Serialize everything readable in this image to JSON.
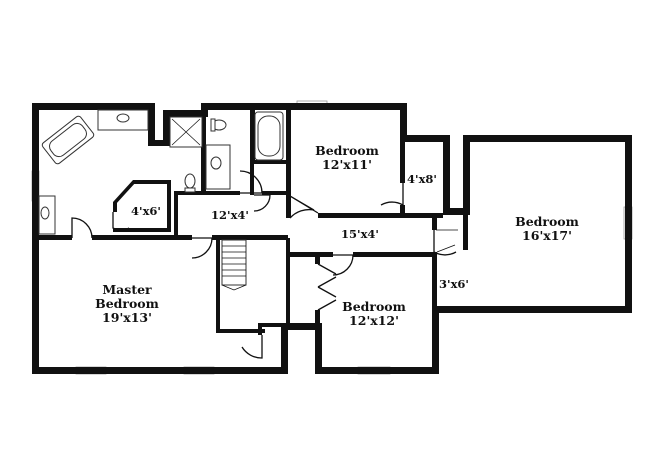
{
  "rooms": {
    "master": {
      "name_1": "Master",
      "name_2": "Bedroom",
      "size": "19'x13'"
    },
    "bedroom_top": {
      "name": "Bedroom",
      "size": "12'x11'"
    },
    "bedroom_right": {
      "name": "Bedroom",
      "size": "16'x17'"
    },
    "bedroom_bottom": {
      "name": "Bedroom",
      "size": "12'x12'"
    },
    "closet_master": {
      "size": "4'x6'"
    },
    "hall_left": {
      "size": "12'x4'"
    },
    "closet_top": {
      "size": "4'x8'"
    },
    "hall_right": {
      "size": "15'x4'"
    },
    "closet_right": {
      "size": "3'x6'"
    }
  }
}
